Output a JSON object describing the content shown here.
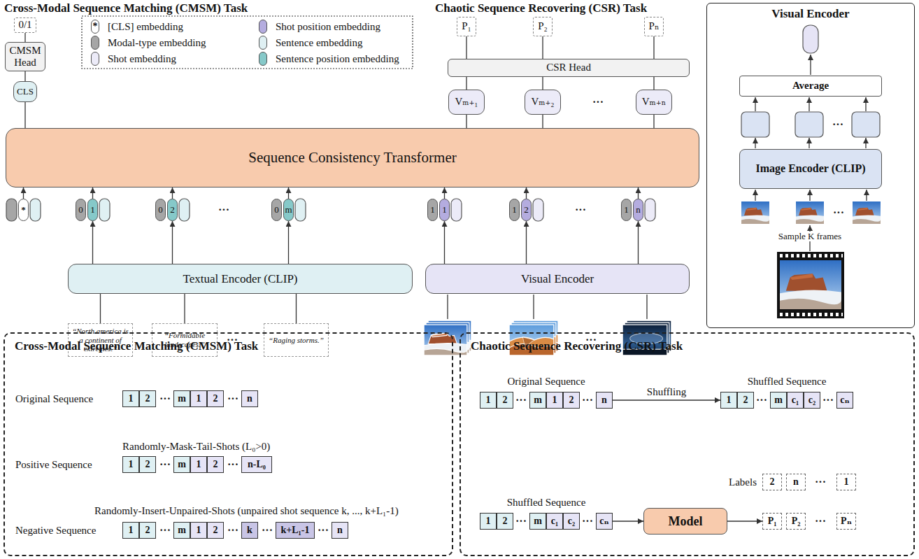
{
  "diagram": {
    "nodes": [
      {
        "text": [
          "0/1"
        ]
      },
      {
        "text": [
          "CMSM Head"
        ]
      },
      {
        "text": [
          "CLS"
        ]
      },
      {
        "text": [
          "P₁"
        ]
      },
      {
        "text": [
          "P₂"
        ]
      },
      {
        "text": [
          "Pₙ"
        ]
      },
      {
        "text": [
          "CSR Head"
        ]
      },
      {
        "text": [
          "Vₘ₊₁"
        ]
      },
      {
        "text": [
          "Vₘ₊₂"
        ]
      },
      {
        "text": [
          "Vₘ₊ₙ"
        ]
      },
      {
        "text": [
          "Sequence Consistency Transformer"
        ]
      },
      {
        "text": [
          "*"
        ]
      },
      {
        "text": [
          "0"
        ]
      },
      {
        "text": [
          "1"
        ]
      },
      {
        "text": [
          "0"
        ]
      },
      {
        "text": [
          "2"
        ]
      },
      {
        "text": [
          "0"
        ]
      },
      {
        "text": [
          "m"
        ]
      },
      {
        "text": [
          "1"
        ]
      },
      {
        "text": [
          "1"
        ]
      },
      {
        "text": [
          "1"
        ]
      },
      {
        "text": [
          "2"
        ]
      },
      {
        "text": [
          "1"
        ]
      },
      {
        "text": [
          "n"
        ]
      },
      {
        "text": [
          "Textual Encoder (CLIP)"
        ]
      },
      {
        "text": [
          "Visual Encoder"
        ]
      },
      {
        "text": [
          "“North america is a continent of extremes.”"
        ]
      },
      {
        "text": [
          "“Formidable landscapes.”"
        ]
      },
      {
        "text": [
          "“Raging storms.”"
        ]
      },
      {
        "text": [
          "Visual Encoder"
        ]
      },
      {
        "text": [
          "Average"
        ],
        "in": 29
      },
      {
        "text": [
          "Image Encoder (CLIP)"
        ],
        "in": 29
      },
      {
        "text": [
          "Cross-Modal Sequence Matching (CMSM) Task"
        ]
      },
      {
        "text": [
          "1"
        ],
        "in": 32
      },
      {
        "text": [
          "2"
        ],
        "in": 32
      },
      {
        "text": [
          "m"
        ],
        "in": 32
      },
      {
        "text": [
          "1"
        ],
        "in": 32
      },
      {
        "text": [
          "2"
        ],
        "in": 32
      },
      {
        "text": [
          "n"
        ],
        "in": 32
      },
      {
        "text": [
          "1"
        ],
        "in": 32
      },
      {
        "text": [
          "2"
        ],
        "in": 32
      },
      {
        "text": [
          "m"
        ],
        "in": 32
      },
      {
        "text": [
          "1"
        ],
        "in": 32
      },
      {
        "text": [
          "2"
        ],
        "in": 32
      },
      {
        "text": [
          "n-L₀"
        ],
        "in": 32
      },
      {
        "text": [
          "1"
        ],
        "in": 32
      },
      {
        "text": [
          "2"
        ],
        "in": 32
      },
      {
        "text": [
          "m"
        ],
        "in": 32
      },
      {
        "text": [
          "1"
        ],
        "in": 32
      },
      {
        "text": [
          "2"
        ],
        "in": 32
      },
      {
        "text": [
          "k"
        ],
        "in": 32
      },
      {
        "text": [
          "k+L₁-1"
        ],
        "in": 32
      },
      {
        "text": [
          "n"
        ],
        "in": 32
      },
      {
        "text": [
          "Chaotic Sequence Recovering (CSR) Task"
        ]
      },
      {
        "text": [
          "1"
        ],
        "in": 53
      },
      {
        "text": [
          "2"
        ],
        "in": 53
      },
      {
        "text": [
          "m"
        ],
        "in": 53
      },
      {
        "text": [
          "1"
        ],
        "in": 53
      },
      {
        "text": [
          "2"
        ],
        "in": 53
      },
      {
        "text": [
          "n"
        ],
        "in": 53
      },
      {
        "text": [
          "1"
        ],
        "in": 53
      },
      {
        "text": [
          "2"
        ],
        "in": 53
      },
      {
        "text": [
          "m"
        ],
        "in": 53
      },
      {
        "text": [
          "c₁"
        ],
        "in": 53
      },
      {
        "text": [
          "c₂"
        ],
        "in": 53
      },
      {
        "text": [
          "cₙ"
        ],
        "in": 53
      },
      {
        "text": [
          "2"
        ],
        "in": 53
      },
      {
        "text": [
          "n"
        ],
        "in": 53
      },
      {
        "text": [
          "1"
        ],
        "in": 53
      },
      {
        "text": [
          "1"
        ],
        "in": 53
      },
      {
        "text": [
          "2"
        ],
        "in": 53
      },
      {
        "text": [
          "m"
        ],
        "in": 53
      },
      {
        "text": [
          "c₁"
        ],
        "in": 53
      },
      {
        "text": [
          "c₂"
        ],
        "in": 53
      },
      {
        "text": [
          "cₙ"
        ],
        "in": 53
      },
      {
        "text": [
          "Model"
        ],
        "in": 53
      },
      {
        "text": [
          "P₁"
        ],
        "in": 53
      },
      {
        "text": [
          "P₂"
        ],
        "in": 53
      },
      {
        "text": [
          "Pₙ"
        ],
        "in": 53
      }
    ],
    "edges": [
      {
        "from": 10,
        "to": 2,
        "arrow": "none"
      },
      {
        "from": 2,
        "to": 1,
        "arrow": "none"
      },
      {
        "from": 1,
        "to": 0,
        "arrow": "none"
      },
      {
        "from": 10,
        "to": 7,
        "arrow": "none"
      },
      {
        "from": 10,
        "to": 8,
        "arrow": "none"
      },
      {
        "from": 10,
        "to": 9,
        "arrow": "none"
      },
      {
        "from": 7,
        "to": 6,
        "arrow": "none"
      },
      {
        "from": 8,
        "to": 6,
        "arrow": "none"
      },
      {
        "from": 9,
        "to": 6,
        "arrow": "none"
      },
      {
        "from": 6,
        "to": 3,
        "arrow": "none"
      },
      {
        "from": 6,
        "to": 4,
        "arrow": "none"
      },
      {
        "from": 6,
        "to": 5,
        "arrow": "none"
      },
      {
        "from": 11,
        "to": 10,
        "arrow": "to"
      },
      {
        "from": 13,
        "to": 10,
        "arrow": "to"
      },
      {
        "from": 15,
        "to": 10,
        "arrow": "to"
      },
      {
        "from": 17,
        "to": 10,
        "arrow": "to"
      },
      {
        "from": 19,
        "to": 10,
        "arrow": "to"
      },
      {
        "from": 21,
        "to": 10,
        "arrow": "to"
      },
      {
        "from": 23,
        "to": 10,
        "arrow": "to"
      },
      {
        "from": 24,
        "to": 13,
        "arrow": "to"
      },
      {
        "from": 24,
        "to": 15,
        "arrow": "to"
      },
      {
        "from": 24,
        "to": 17,
        "arrow": "to"
      },
      {
        "from": 25,
        "to": 19,
        "arrow": "to"
      },
      {
        "from": 25,
        "to": 21,
        "arrow": "to"
      },
      {
        "from": 25,
        "to": 23,
        "arrow": "to"
      },
      {
        "from": 26,
        "to": 24,
        "arrow": "none"
      },
      {
        "from": 27,
        "to": 24,
        "arrow": "none"
      },
      {
        "from": 28,
        "to": 24,
        "arrow": "none"
      },
      {
        "from": 59,
        "to": 60,
        "arrow": "to",
        "label": "Shuffling"
      },
      {
        "from": 74,
        "to": 75,
        "arrow": "to"
      },
      {
        "from": 75,
        "to": 76,
        "arrow": "to"
      }
    ],
    "labels": [
      "Cross-Modal Sequence Matching (CMSM) Task",
      "Chaotic Sequence Recovering (CSR) Task",
      "*",
      "···",
      "···",
      "···",
      "···",
      "···",
      "···",
      "···",
      "Sample K frames",
      "Original Sequence",
      "···",
      "···",
      "Randomly-Mask-Tail-Shots (L₀>0)",
      "Positive Sequence",
      "···",
      "···",
      "Randomly-Insert-Unpaired-Shots (unpaired shot sequence k, ..., k+L₁-1)",
      "Negative Sequence",
      "···",
      "···",
      "···",
      "···",
      "Original Sequence",
      "···",
      "···",
      "Shuffled Sequence",
      "···",
      "···",
      "Labels",
      "···",
      "Shuffled Sequence",
      "···",
      "···",
      "···"
    ],
    "legend": [
      {
        "text": "[CLS] embedding",
        "color": "#ffffff"
      },
      {
        "text": "Shot position embedding",
        "color": "#b4acdf"
      },
      {
        "text": "Modal-type embedding",
        "color": "#a6a6a6"
      },
      {
        "text": "Sentence embedding",
        "color": "#dff0f3"
      },
      {
        "text": "Shot embedding",
        "color": "#ecebf8"
      },
      {
        "text": "Sentence position embedding",
        "color": "#86c9c9"
      }
    ]
  }
}
